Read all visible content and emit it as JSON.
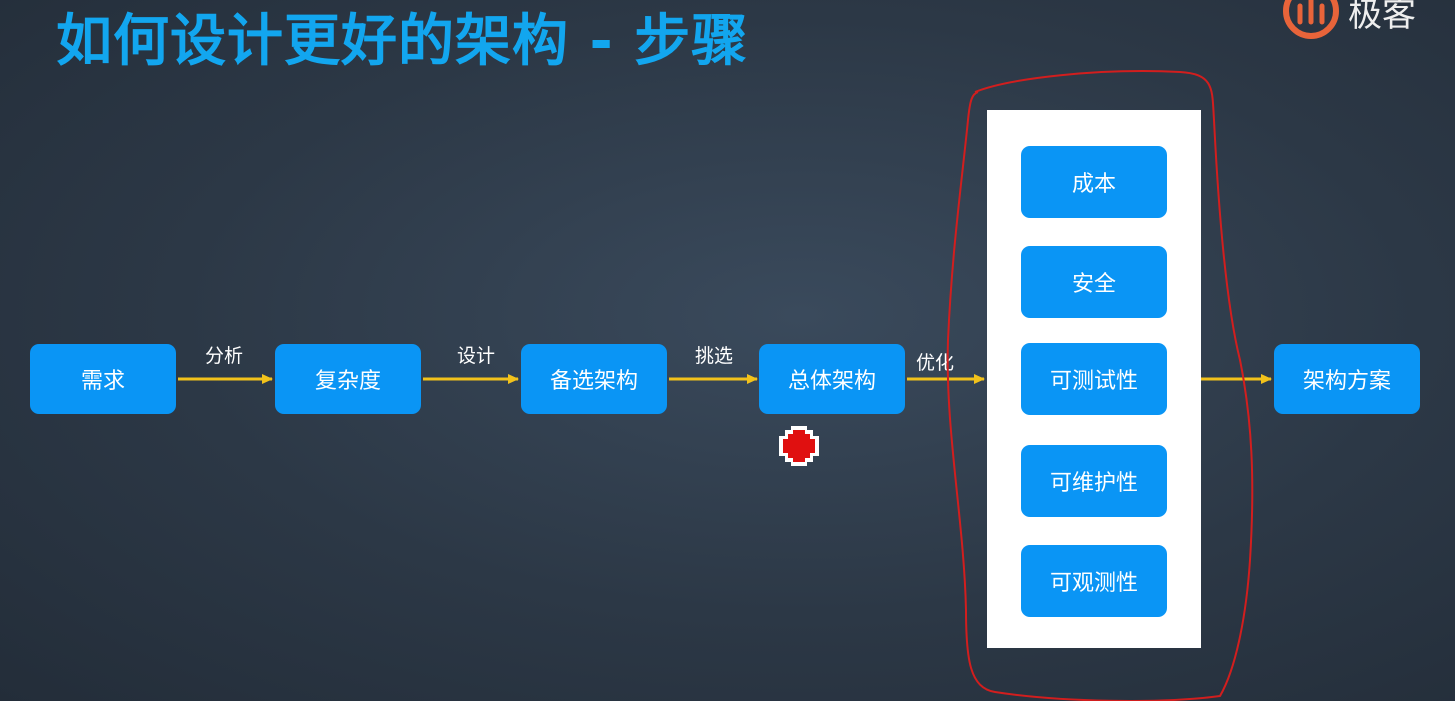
{
  "title": "如何设计更好的架构 - 步骤",
  "logo": {
    "text": "极客",
    "icon": "geek-logo-icon",
    "color": "#e8643a"
  },
  "colors": {
    "box": "#0a95f5",
    "title": "#12a6ef",
    "arrow": "#f2c21b",
    "annotation": "#d21e1e",
    "panel": "#ffffff"
  },
  "flow": {
    "nodes": [
      {
        "id": "requirements",
        "label": "需求"
      },
      {
        "id": "complexity",
        "label": "复杂度"
      },
      {
        "id": "candidates",
        "label": "备选架构"
      },
      {
        "id": "overall",
        "label": "总体架构"
      },
      {
        "id": "solution",
        "label": "架构方案"
      }
    ],
    "edges": [
      {
        "from": "requirements",
        "to": "complexity",
        "label": "分析"
      },
      {
        "from": "complexity",
        "to": "candidates",
        "label": "设计"
      },
      {
        "from": "candidates",
        "to": "overall",
        "label": "挑选"
      },
      {
        "from": "overall",
        "to": "qualities",
        "label": "优化"
      },
      {
        "from": "qualities",
        "to": "solution",
        "label": ""
      }
    ]
  },
  "qualities": {
    "items": [
      "成本",
      "安全",
      "可测试性",
      "可维护性",
      "可观测性"
    ]
  }
}
